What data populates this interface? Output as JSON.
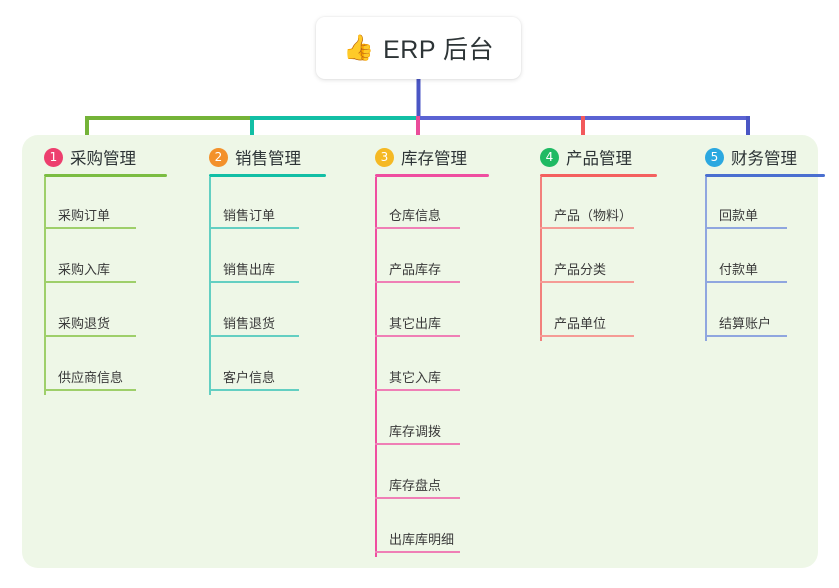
{
  "root": {
    "emoji": "👍",
    "emoji_name": "thumbs-up-icon",
    "title": "ERP 后台"
  },
  "colors": {
    "panel_bg": "#eef7e7",
    "page_bg": "#ffffff",
    "text": "#2d3436",
    "stem": "#4a56c4",
    "bus_green": "#74b338",
    "bus_teal": "#12bfa5",
    "bus_blue": "#5b63d3",
    "drop_green": "#74b338",
    "drop_teal": "#12bfa5",
    "drop_pink": "#ea4c9a",
    "drop_red": "#f2595b",
    "drop_blue": "#4a56c4"
  },
  "chart_data": {
    "type": "diagram",
    "title": "ERP 后台",
    "layout": "top-down tree, one root with five branch columns"
  },
  "columns": [
    {
      "index": "1",
      "label": "采购管理",
      "badge_color": "#ed3f6e",
      "rule_color": "#7bbd42",
      "leaf_color": "#9ecf6a",
      "spine_color": "#9ecf6a",
      "items": [
        "采购订单",
        "采购入库",
        "采购退货",
        "供应商信息"
      ]
    },
    {
      "index": "2",
      "label": "销售管理",
      "badge_color": "#f3912b",
      "rule_color": "#12bfa5",
      "leaf_color": "#63cfc2",
      "spine_color": "#63cfc2",
      "items": [
        "销售订单",
        "销售出库",
        "销售退货",
        "客户信息"
      ]
    },
    {
      "index": "3",
      "label": "库存管理",
      "badge_color": "#f5b924",
      "rule_color": "#ef4ea0",
      "leaf_color": "#ef7fb6",
      "spine_color": "#ef4ea0",
      "items": [
        "仓库信息",
        "产品库存",
        "其它出库",
        "其它入库",
        "库存调拨",
        "库存盘点",
        "出库库明细"
      ]
    },
    {
      "index": "4",
      "label": "产品管理",
      "badge_color": "#1fba63",
      "rule_color": "#f4605f",
      "leaf_color": "#f59b95",
      "spine_color": "#f2807c",
      "items": [
        "产品（物料）",
        "产品分类",
        "产品单位"
      ]
    },
    {
      "index": "5",
      "label": "财务管理",
      "badge_color": "#2ba8e0",
      "rule_color": "#4a6fd0",
      "leaf_color": "#8fa6df",
      "spine_color": "#8fa6df",
      "items": [
        "回款单",
        "付款单",
        "结算账户"
      ]
    }
  ]
}
